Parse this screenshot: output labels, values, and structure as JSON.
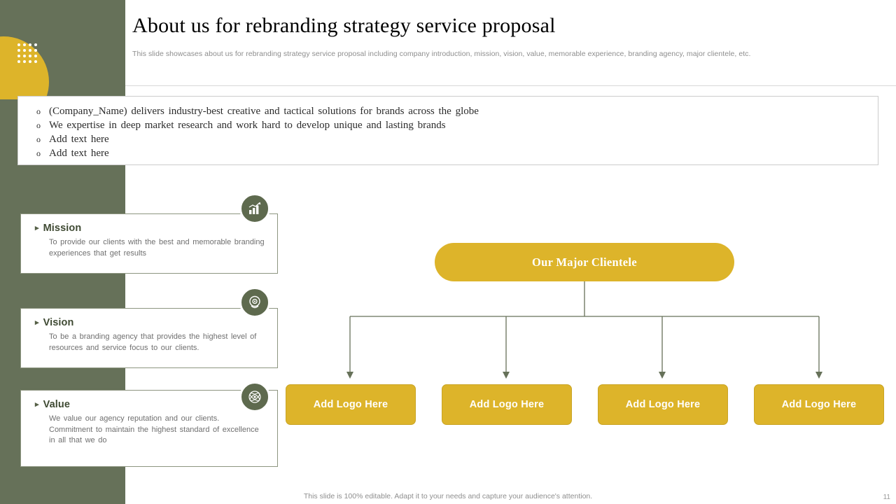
{
  "theme": {
    "band_green": "#667159",
    "accent_yellow": "#ddb42a",
    "badge_green": "#5e6a4e",
    "card_border": "#8d9580",
    "muted_text": "#8e8e8e"
  },
  "header": {
    "title": "About us for rebranding strategy service proposal",
    "subtitle": "This slide showcases about us for rebranding strategy service proposal including company introduction, mission, vision, value, memorable experience, branding agency, major clientele, etc."
  },
  "intro": {
    "bullets": [
      "(Company_Name) delivers industry-best creative and tactical solutions for brands across the globe",
      "We expertise in deep market research and work hard to develop unique and lasting brands",
      "Add text here",
      "Add text here"
    ]
  },
  "cards": [
    {
      "id": "mission",
      "title": "Mission",
      "body": "To provide our clients with the best and memorable branding experiences that get results",
      "icon": "bar-chart-growth-icon"
    },
    {
      "id": "vision",
      "title": "Vision",
      "body": "To be a branding agency that provides the highest level of resources and service focus to our clients.",
      "icon": "target-eye-icon"
    },
    {
      "id": "value",
      "title": "Value",
      "body": "We value our agency reputation and our clients. Commitment to maintain the highest standard of excellence in all that we do",
      "icon": "atom-leaf-icon"
    }
  ],
  "org_chart": {
    "root_label": "Our Major Clientele",
    "children": [
      {
        "label": "Add Logo Here"
      },
      {
        "label": "Add Logo Here"
      },
      {
        "label": "Add Logo Here"
      },
      {
        "label": "Add Logo Here"
      }
    ]
  },
  "footer": {
    "note": "This slide is 100% editable. Adapt it to your needs and capture your audience's attention.",
    "page_number": "11"
  }
}
